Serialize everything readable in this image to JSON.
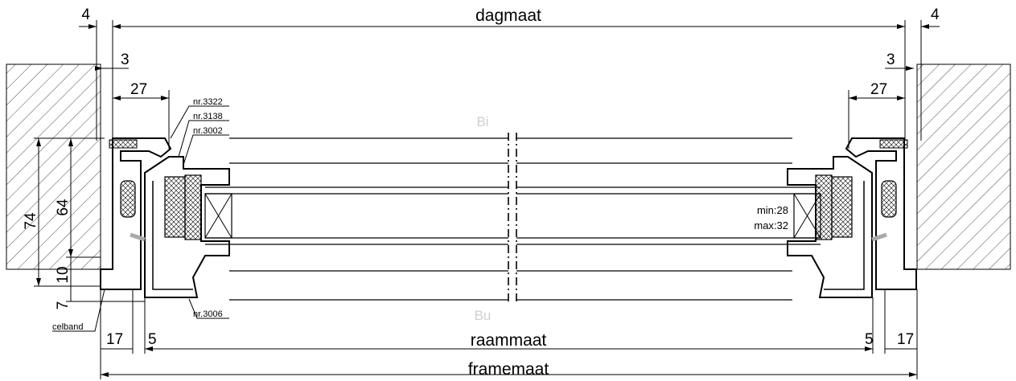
{
  "dimensions": {
    "top": "dagmaat",
    "raam": "raammaat",
    "frame": "framemaat",
    "left_top_gap": "4",
    "right_top_gap": "4",
    "left_gap_3": "3",
    "right_gap_3": "3",
    "left_27": "27",
    "right_27": "27",
    "height_74": "74",
    "height_64": "64",
    "height_10": "10",
    "height_7": "7",
    "bottom_left_17": "17",
    "bottom_left_5": "5",
    "bottom_right_5": "5",
    "bottom_right_17": "17"
  },
  "labels": {
    "part_3322": "nr.3322",
    "part_3138": "nr.3138",
    "part_3002": "nr.3002",
    "part_3006": "nr.3006",
    "celband": "celband",
    "inside": "Bi",
    "outside": "Bu",
    "glass_min": "min:28",
    "glass_max": "max:32"
  },
  "colors": {
    "line": "#000000",
    "hatch": "#000000",
    "side_label": "#cfcfcf",
    "glass_gray": "#888888"
  }
}
